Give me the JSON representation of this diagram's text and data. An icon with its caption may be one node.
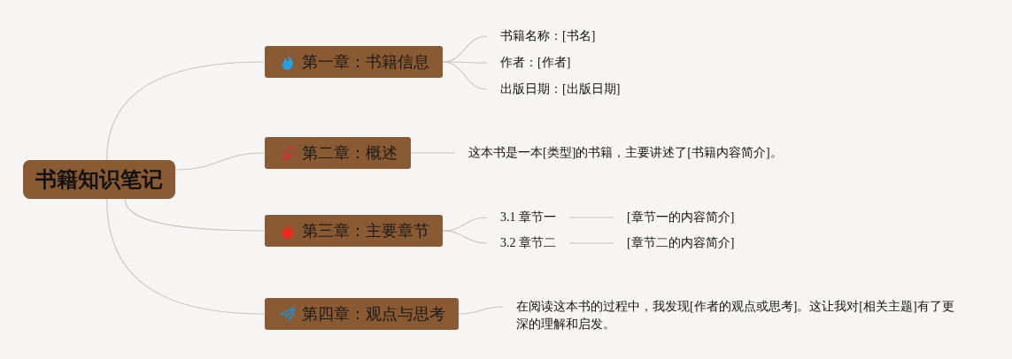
{
  "diagram": {
    "nodes": [
      {
        "text": [
          "书籍知识笔记"
        ]
      },
      {
        "text": [
          "第一章：书籍信息"
        ]
      },
      {
        "text": [
          "书籍名称：[书名]"
        ]
      },
      {
        "text": [
          "作者：[作者]"
        ]
      },
      {
        "text": [
          "出版日期：[出版日期]"
        ]
      },
      {
        "text": [
          "第二章：概述"
        ]
      },
      {
        "text": [
          "这本书是一本[类型]的书籍，主要讲述了[书籍内容简介]。"
        ]
      },
      {
        "text": [
          "第三章：主要章节"
        ]
      },
      {
        "text": [
          "3.1 章节一"
        ]
      },
      {
        "text": [
          "[章节一的内容简介]"
        ]
      },
      {
        "text": [
          "3.2 章节二"
        ]
      },
      {
        "text": [
          "[章节二的内容简介]"
        ]
      },
      {
        "text": [
          "第四章：观点与思考"
        ]
      },
      {
        "text": [
          "在阅读这本书的过程中，我发现[作者的观点或思考]。这让我对[相关主题]有了更深的理解和启发。"
        ]
      }
    ],
    "edges": [
      {
        "from": 0,
        "to": 1,
        "arrow": "none"
      },
      {
        "from": 0,
        "to": 5,
        "arrow": "none"
      },
      {
        "from": 0,
        "to": 7,
        "arrow": "none"
      },
      {
        "from": 0,
        "to": 12,
        "arrow": "none"
      },
      {
        "from": 1,
        "to": 2,
        "arrow": "none"
      },
      {
        "from": 1,
        "to": 3,
        "arrow": "none"
      },
      {
        "from": 1,
        "to": 4,
        "arrow": "none"
      },
      {
        "from": 5,
        "to": 6,
        "arrow": "none"
      },
      {
        "from": 7,
        "to": 8,
        "arrow": "none"
      },
      {
        "from": 8,
        "to": 9,
        "arrow": "none"
      },
      {
        "from": 7,
        "to": 10,
        "arrow": "none"
      },
      {
        "from": 10,
        "to": 11,
        "arrow": "none"
      },
      {
        "from": 12,
        "to": 13,
        "arrow": "none"
      }
    ]
  }
}
